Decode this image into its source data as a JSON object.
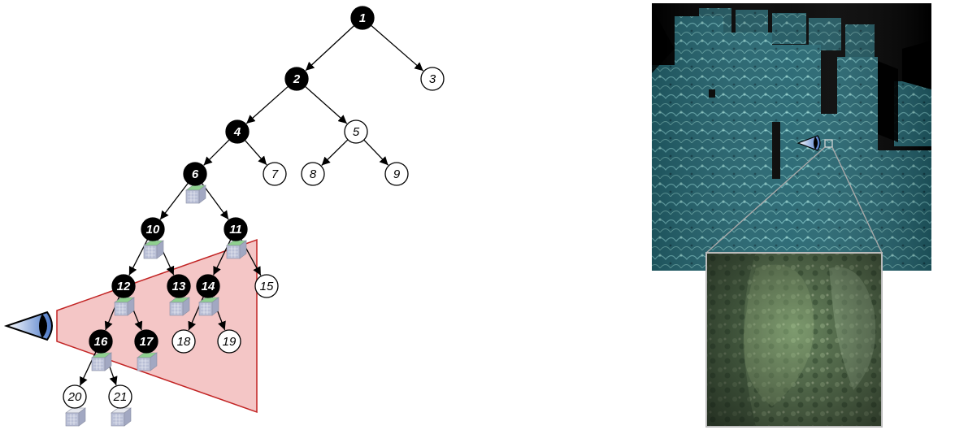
{
  "tree": {
    "nodes": [
      {
        "id": "n1",
        "label": "1",
        "selected": true,
        "brick": false
      },
      {
        "id": "n2",
        "label": "2",
        "selected": true,
        "brick": false
      },
      {
        "id": "n3",
        "label": "3",
        "selected": false,
        "brick": false
      },
      {
        "id": "n4",
        "label": "4",
        "selected": true,
        "brick": false
      },
      {
        "id": "n5",
        "label": "5",
        "selected": false,
        "brick": false
      },
      {
        "id": "n6",
        "label": "6",
        "selected": true,
        "brick": true
      },
      {
        "id": "n7",
        "label": "7",
        "selected": false,
        "brick": false
      },
      {
        "id": "n8",
        "label": "8",
        "selected": false,
        "brick": false
      },
      {
        "id": "n9",
        "label": "9",
        "selected": false,
        "brick": false
      },
      {
        "id": "n10",
        "label": "10",
        "selected": true,
        "brick": true
      },
      {
        "id": "n11",
        "label": "11",
        "selected": true,
        "brick": true
      },
      {
        "id": "n12",
        "label": "12",
        "selected": true,
        "brick": true
      },
      {
        "id": "n13",
        "label": "13",
        "selected": true,
        "brick": true
      },
      {
        "id": "n14",
        "label": "14",
        "selected": true,
        "brick": true
      },
      {
        "id": "n15",
        "label": "15",
        "selected": false,
        "brick": false
      },
      {
        "id": "n16",
        "label": "16",
        "selected": true,
        "brick": true
      },
      {
        "id": "n17",
        "label": "17",
        "selected": true,
        "brick": true
      },
      {
        "id": "n18",
        "label": "18",
        "selected": false,
        "brick": false
      },
      {
        "id": "n19",
        "label": "19",
        "selected": false,
        "brick": false
      },
      {
        "id": "n20",
        "label": "20",
        "selected": false,
        "brick": true
      },
      {
        "id": "n21",
        "label": "21",
        "selected": false,
        "brick": true
      }
    ],
    "edges": [
      [
        "n1",
        "n2"
      ],
      [
        "n1",
        "n3"
      ],
      [
        "n2",
        "n4"
      ],
      [
        "n2",
        "n5"
      ],
      [
        "n4",
        "n6"
      ],
      [
        "n4",
        "n7"
      ],
      [
        "n5",
        "n8"
      ],
      [
        "n5",
        "n9"
      ],
      [
        "n6",
        "n10"
      ],
      [
        "n6",
        "n11"
      ],
      [
        "n10",
        "n12"
      ],
      [
        "n10",
        "n13"
      ],
      [
        "n11",
        "n14"
      ],
      [
        "n11",
        "n15"
      ],
      [
        "n12",
        "n16"
      ],
      [
        "n12",
        "n17"
      ],
      [
        "n14",
        "n18"
      ],
      [
        "n14",
        "n19"
      ],
      [
        "n16",
        "n20"
      ],
      [
        "n16",
        "n21"
      ]
    ]
  },
  "colors": {
    "selected_node": "#000000",
    "unselected_node": "#ffffff",
    "frustum_fill": "#f4c6c6",
    "frustum_stroke": "#c22424",
    "brick_color": "#b9bfd6",
    "brick_color_active": "#8fd08f",
    "render_background": "#000000",
    "render_surface": "#2f7a86",
    "closeup_surface": "#6f8a5e"
  },
  "icons": [
    "eye-icon",
    "brick-icon"
  ]
}
